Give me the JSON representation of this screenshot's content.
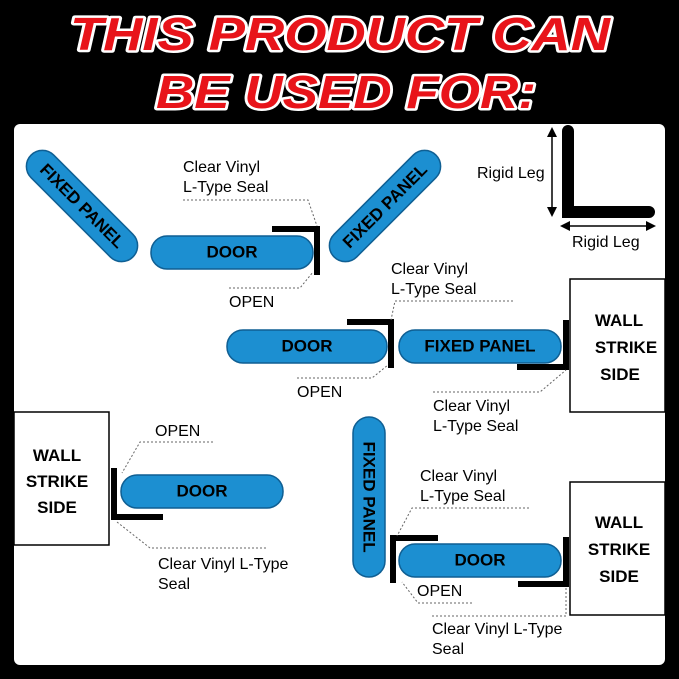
{
  "headline": {
    "line1": "THIS PRODUCT CAN",
    "line2": "BE USED FOR:",
    "text_color": "#e8141a",
    "outline_color": "#ffffff"
  },
  "colors": {
    "panel_fill": "#1c8fd1",
    "seal": "#000000",
    "background": "#000000",
    "canvas": "#ffffff"
  },
  "legend": {
    "rigid_leg_vertical": "Rigid Leg",
    "rigid_leg_horizontal": "Rigid Leg"
  },
  "labels": {
    "fixed_panel": "FIXED PANEL",
    "door": "DOOR",
    "open": "OPEN",
    "wall_strike_side": [
      "WALL",
      "STRIKE",
      "SIDE"
    ],
    "seal_two_line": [
      "Clear  Vinyl",
      "L-Type Seal"
    ],
    "seal_long": [
      "Clear  Vinyl L-Type",
      "Seal"
    ]
  }
}
